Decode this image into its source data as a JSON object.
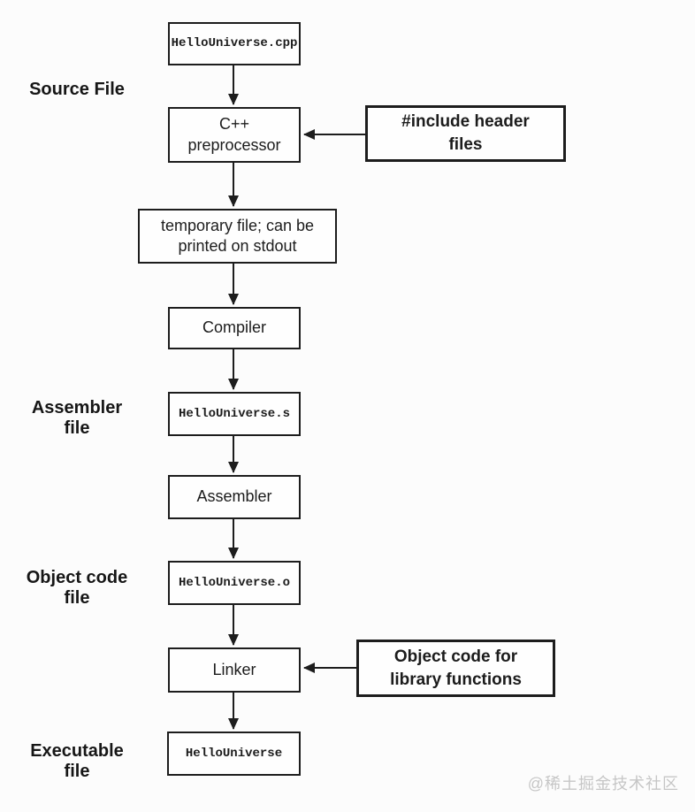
{
  "diagram_title": "C++ build pipeline flowchart",
  "colors": {
    "background": "#fcfcfc",
    "line": "#1d1d1d",
    "box_background": "#fefefe",
    "watermark_text": "#c6c6c6"
  },
  "nodes": {
    "source": {
      "text": "HelloUniverse.cpp"
    },
    "preprocessor": {
      "text": "C++\npreprocessor"
    },
    "include": {
      "text": "#include header\nfiles"
    },
    "tempfile": {
      "text": "temporary file; can be\nprinted on stdout"
    },
    "compiler": {
      "text": "Compiler"
    },
    "asm_file": {
      "text": "HelloUniverse.s"
    },
    "assembler": {
      "text": "Assembler"
    },
    "obj_file": {
      "text": "HelloUniverse.o"
    },
    "linker": {
      "text": "Linker"
    },
    "library": {
      "text": "Object code for\nlibrary functions"
    },
    "executable": {
      "text": "HelloUniverse"
    }
  },
  "side_labels": [
    {
      "text": "Source File"
    },
    {
      "text": "Assembler\nfile"
    },
    {
      "text": "Object code\nfile"
    },
    {
      "text": "Executable\nfile"
    }
  ],
  "watermark": "@稀土掘金技术社区"
}
